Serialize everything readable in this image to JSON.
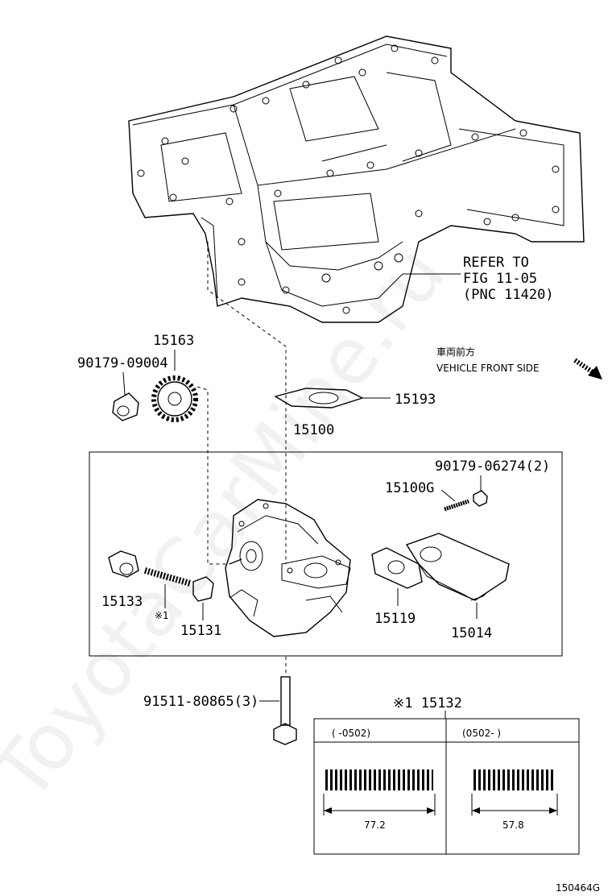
{
  "labels": {
    "refer1": "REFER TO",
    "refer2": "FIG 11-05",
    "refer3": "(PNC 11420)",
    "front_jp": "車両前方",
    "front_en": "VEHICLE FRONT SIDE",
    "p90179_09004": "90179-09004",
    "p15163": "15163",
    "p15193": "15193",
    "p15100": "15100",
    "p90179_06274": "90179-06274(2)",
    "p15100G": "15100G",
    "p15133": "15133",
    "note1": "※1",
    "p15131": "15131",
    "p15119": "15119",
    "p15014": "15014",
    "p91511": "91511-80865(3)",
    "detail_title": "※1 15132",
    "col1_header": "(     -0502)",
    "col2_header": "(0502-     )",
    "len1": "77.2",
    "len2": "57.8",
    "fig_code": "150464G",
    "watermark": "ToyotaCarMine.ru"
  }
}
